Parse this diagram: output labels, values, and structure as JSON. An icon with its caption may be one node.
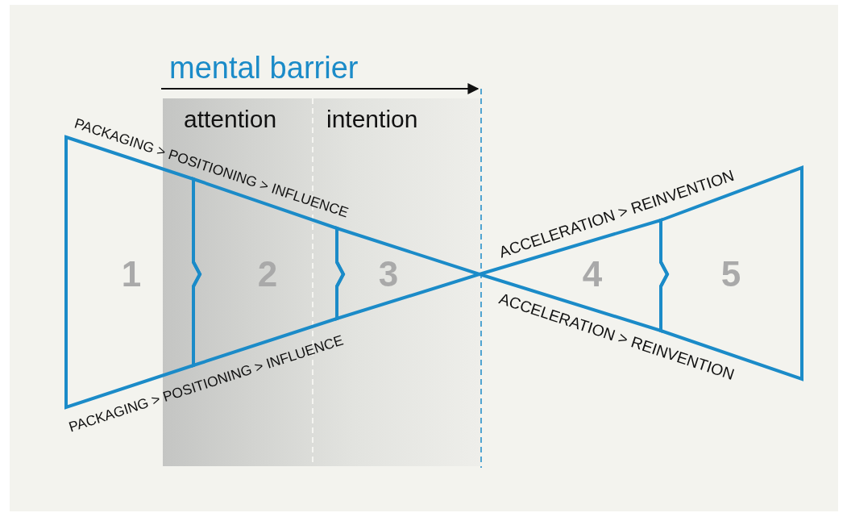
{
  "diagram": {
    "nodes": [
      {
        "text": [
          "1"
        ]
      },
      {
        "text": [
          "2"
        ]
      },
      {
        "text": [
          "3"
        ]
      },
      {
        "text": [
          "4"
        ]
      },
      {
        "text": [
          "5"
        ]
      }
    ],
    "labels": [
      "mental barrier",
      "attention",
      "intention",
      "PACKAGING > POSITIONING > INFLUENCE",
      "ACCELERATION > REINVENTION",
      "ACCELERATION > REINVENTION",
      "PACKAGING > POSITIONING > INFLUENCE"
    ]
  }
}
